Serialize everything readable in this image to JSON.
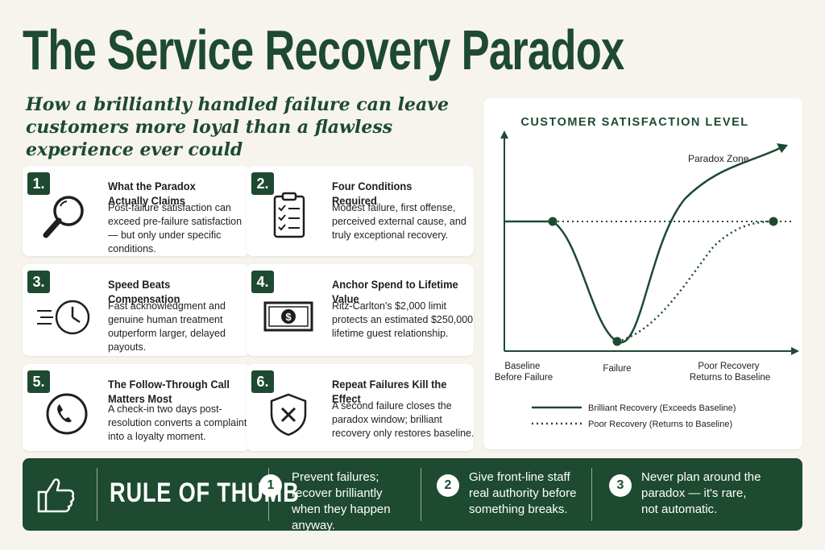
{
  "header": {
    "title": "The Service Recovery Paradox",
    "subtitle": "How a brilliantly handled failure can leave customers more loyal than a flawless experience ever could"
  },
  "cards": [
    {
      "num": "1.",
      "title": "What the Paradox Actually Claims",
      "body": "Post-failure satisfaction can exceed pre-failure satisfaction — but only under specific conditions.",
      "icon": "magnifier-icon"
    },
    {
      "num": "2.",
      "title": "Four Conditions Required",
      "body": "Modest failure, first offense, perceived external cause, and truly exceptional recovery.",
      "icon": "clipboard-checklist-icon"
    },
    {
      "num": "3.",
      "title": "Speed Beats Compensation",
      "body": "Fast acknowledgment and genuine human treatment outperform larger, delayed payouts.",
      "icon": "fast-clock-icon"
    },
    {
      "num": "4.",
      "title": "Anchor Spend to Lifetime Value",
      "body": "Ritz-Carlton's $2,000 limit protects an estimated $250,000 lifetime guest relationship.",
      "icon": "cash-icon"
    },
    {
      "num": "5.",
      "title": "The Follow-Through Call Matters Most",
      "body": "A check-in two days post-resolution converts a complaint into a loyalty moment.",
      "icon": "phone-icon"
    },
    {
      "num": "6.",
      "title": "Repeat Failures Kill the Effect",
      "body": "A second failure closes the paradox window; brilliant recovery only restores baseline.",
      "icon": "shield-x-icon"
    }
  ],
  "chart_data": {
    "type": "line",
    "title": "CUSTOMER SATISFACTION LEVEL",
    "x_labels": [
      {
        "line1": "Baseline",
        "line2": "Before Failure"
      },
      {
        "line1": "Failure",
        "line2": ""
      },
      {
        "line1": "Poor Recovery",
        "line2": "Returns to Baseline"
      }
    ],
    "annotation": "Paradox Zone",
    "series": [
      {
        "name": "Brilliant Recovery (Exceeds Baseline)",
        "style": "solid"
      },
      {
        "name": "Poor Recovery (Returns to Baseline)",
        "style": "dotted"
      }
    ],
    "color": "#1d4a30"
  },
  "banner": {
    "title": "RULE OF THUMB",
    "icon": "thumbs-up-icon",
    "tips": [
      {
        "num": "1",
        "text": "Prevent failures; recover brilliantly when they happen anyway."
      },
      {
        "num": "2",
        "text": "Give front-line staff real authority before something breaks."
      },
      {
        "num": "3",
        "text": "Never plan around the paradox — it's rare, not automatic."
      }
    ]
  }
}
